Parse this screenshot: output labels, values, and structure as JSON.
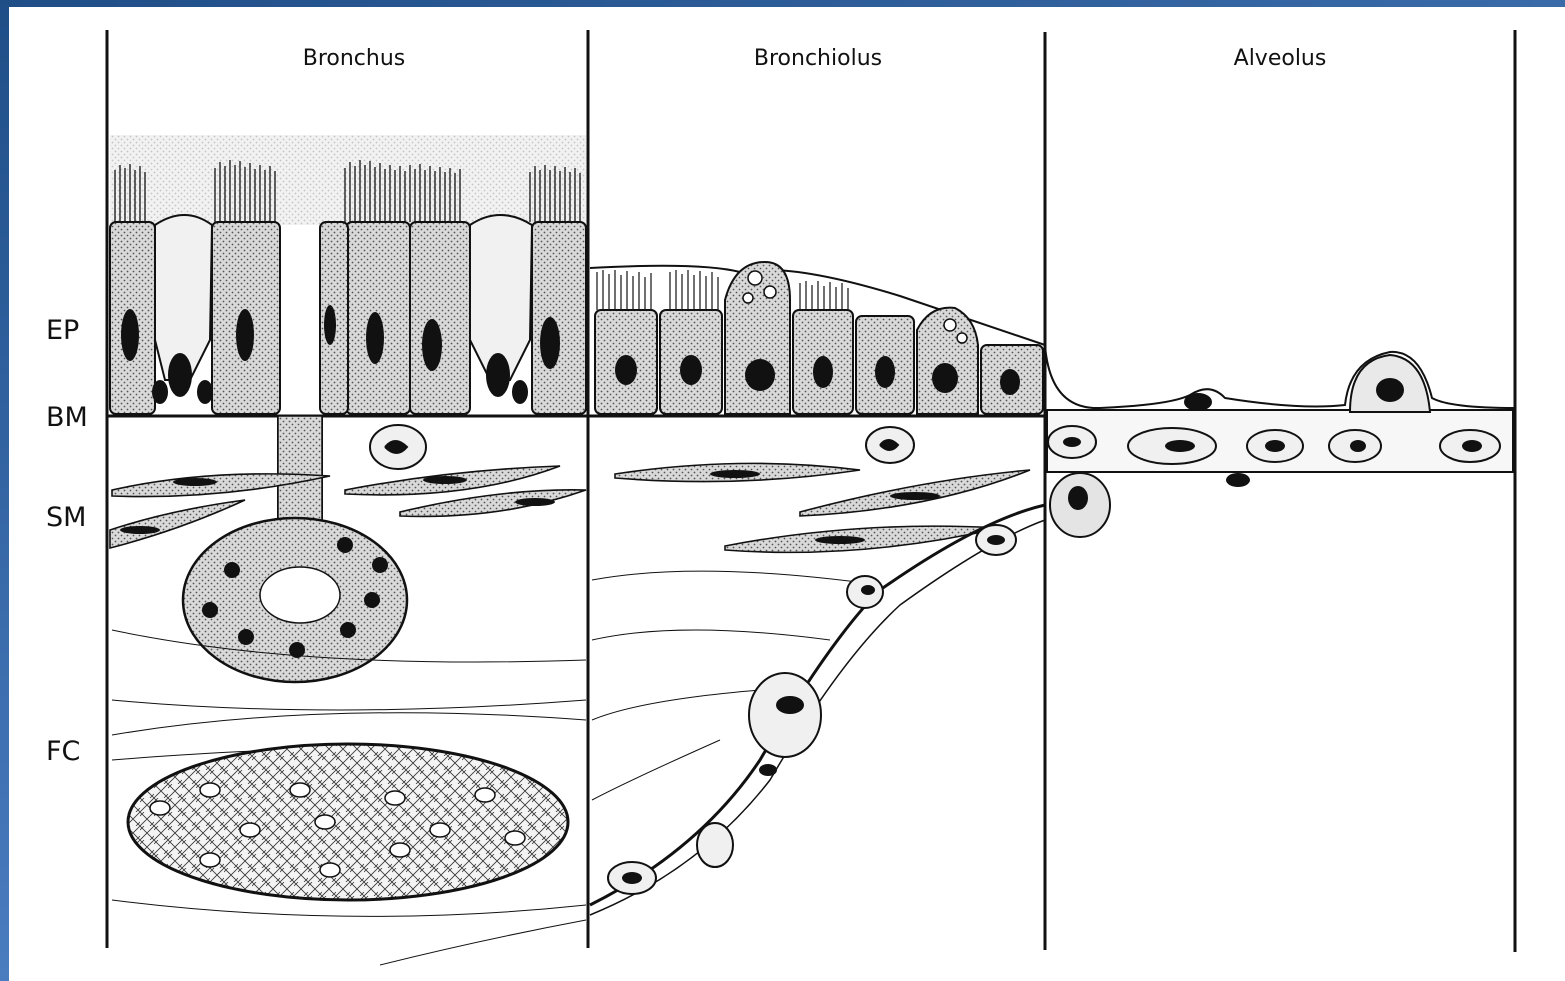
{
  "regions": [
    {
      "title": "Bronchus"
    },
    {
      "title": "Bronchiolus"
    },
    {
      "title": "Alveolus"
    }
  ],
  "layers": [
    {
      "label": "EP"
    },
    {
      "label": "BM"
    },
    {
      "label": "SM"
    },
    {
      "label": "FC"
    }
  ],
  "colors": {
    "ink": "#111111",
    "cell_fill": "#c8c8c8",
    "frame": "#2d5c9a"
  }
}
